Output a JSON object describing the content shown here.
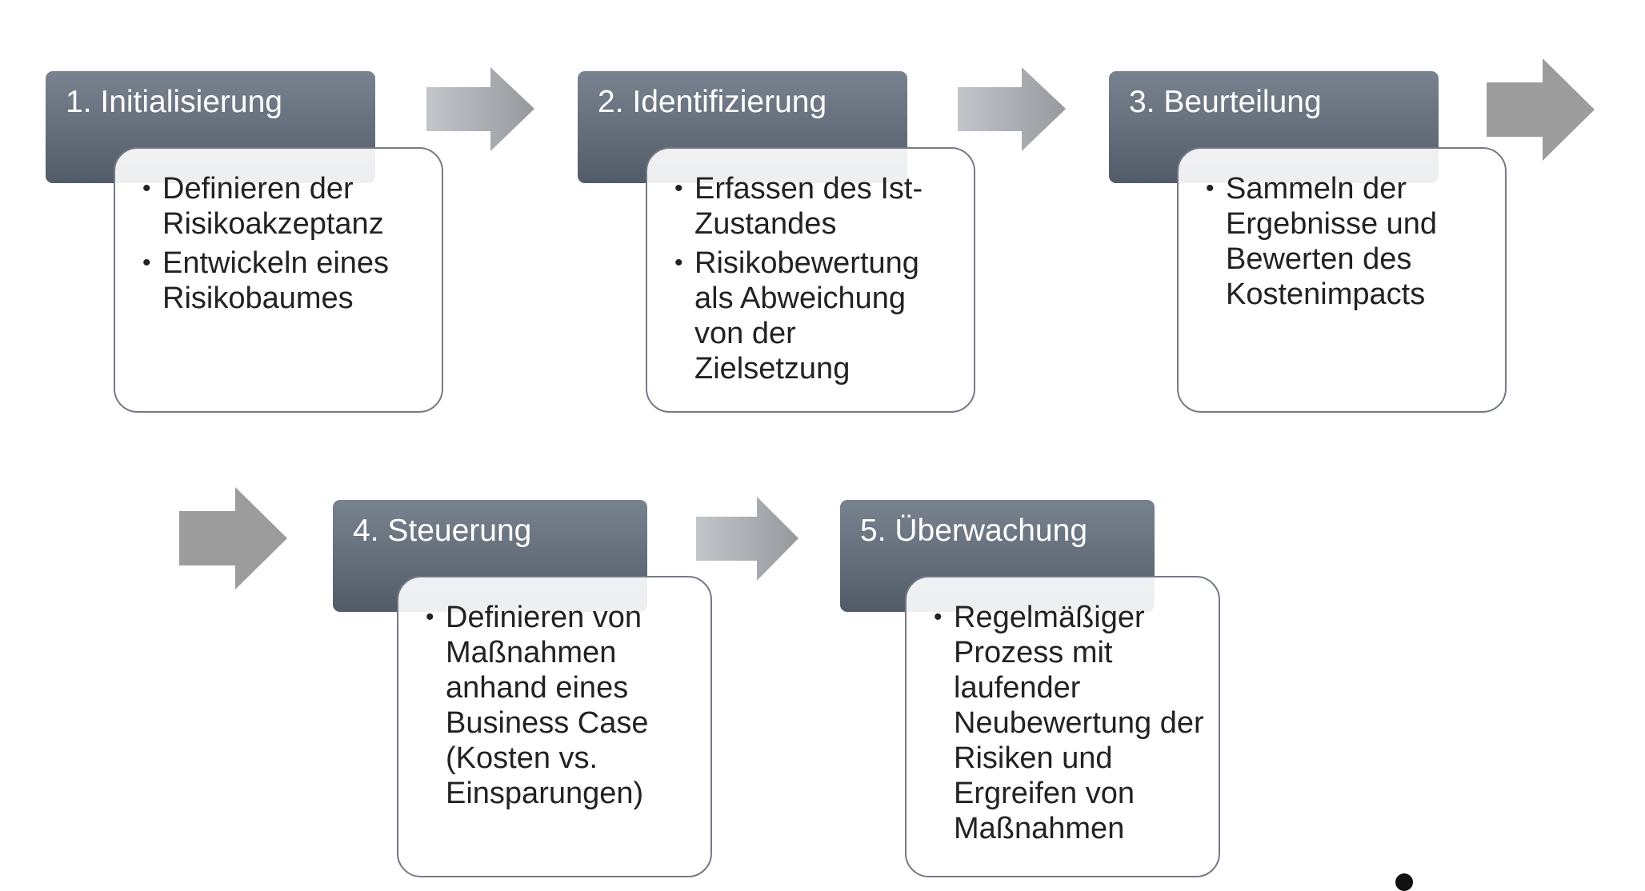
{
  "steps": [
    {
      "title": "1. Initialisierung",
      "items": [
        "Definieren der Risikoakzeptanz",
        "Entwickeln eines Risikobaumes"
      ]
    },
    {
      "title": "2. Identifizierung",
      "items": [
        "Erfassen des Ist-Zustandes",
        "Risikobewertung als Abweichung von der Zielsetzung"
      ]
    },
    {
      "title": "3. Beurteilung",
      "items": [
        "Sammeln der Ergebnisse und Bewerten des Kostenimpacts"
      ]
    },
    {
      "title": "4. Steuerung",
      "items": [
        "Definieren von Maßnahmen anhand eines Business Case (Kosten vs. Einsparungen)"
      ]
    },
    {
      "title": "5. Überwachung",
      "items": [
        "Regelmäßiger Prozess mit laufender Neubewertung der Risiken und Ergreifen von Maßnahmen"
      ]
    }
  ],
  "colors": {
    "header_top": "#79838f",
    "header_bottom": "#525c68",
    "card_border": "#747a84",
    "arrow_light": "#c2c5c9",
    "arrow_dark": "#96999d",
    "arrow_solid": "#9c9c9c",
    "text": "#222222"
  },
  "icons": [
    "arrow-right-icon"
  ]
}
